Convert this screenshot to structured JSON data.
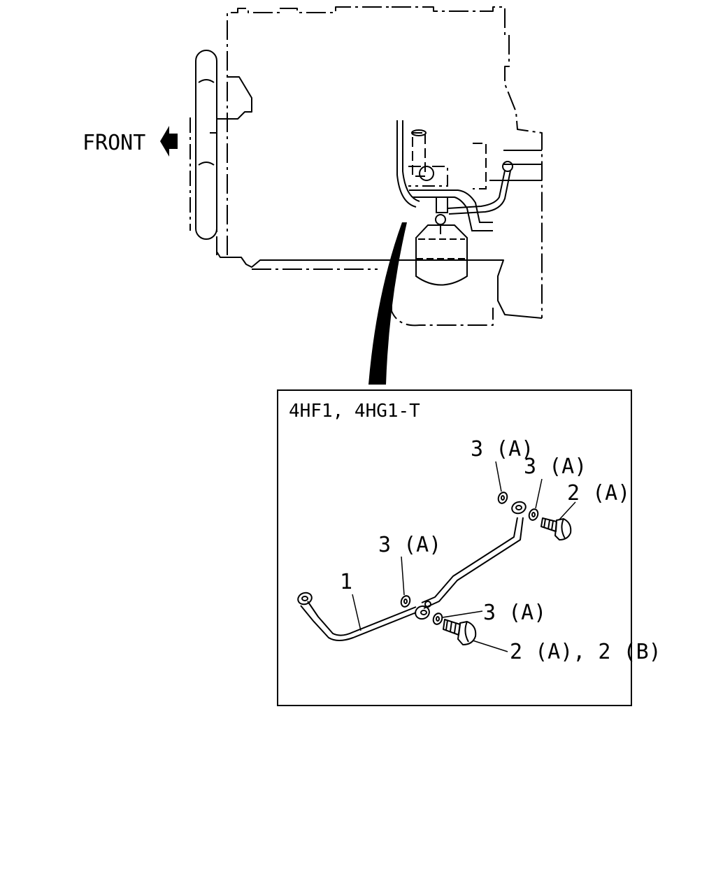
{
  "orientation": {
    "front_label": "FRONT"
  },
  "detail": {
    "title": "4HF1, 4HG1-T",
    "callouts": {
      "pipe": "1",
      "washer_top_left": "3 (A)",
      "washer_top_right": "3 (A)",
      "bolt_top": "2 (A)",
      "washer_mid": "3 (A)",
      "washer_lower": "3 (A)",
      "bolt_lower": "2 (A), 2 (B)"
    }
  },
  "colors": {
    "line": "#000000",
    "background": "#ffffff"
  }
}
